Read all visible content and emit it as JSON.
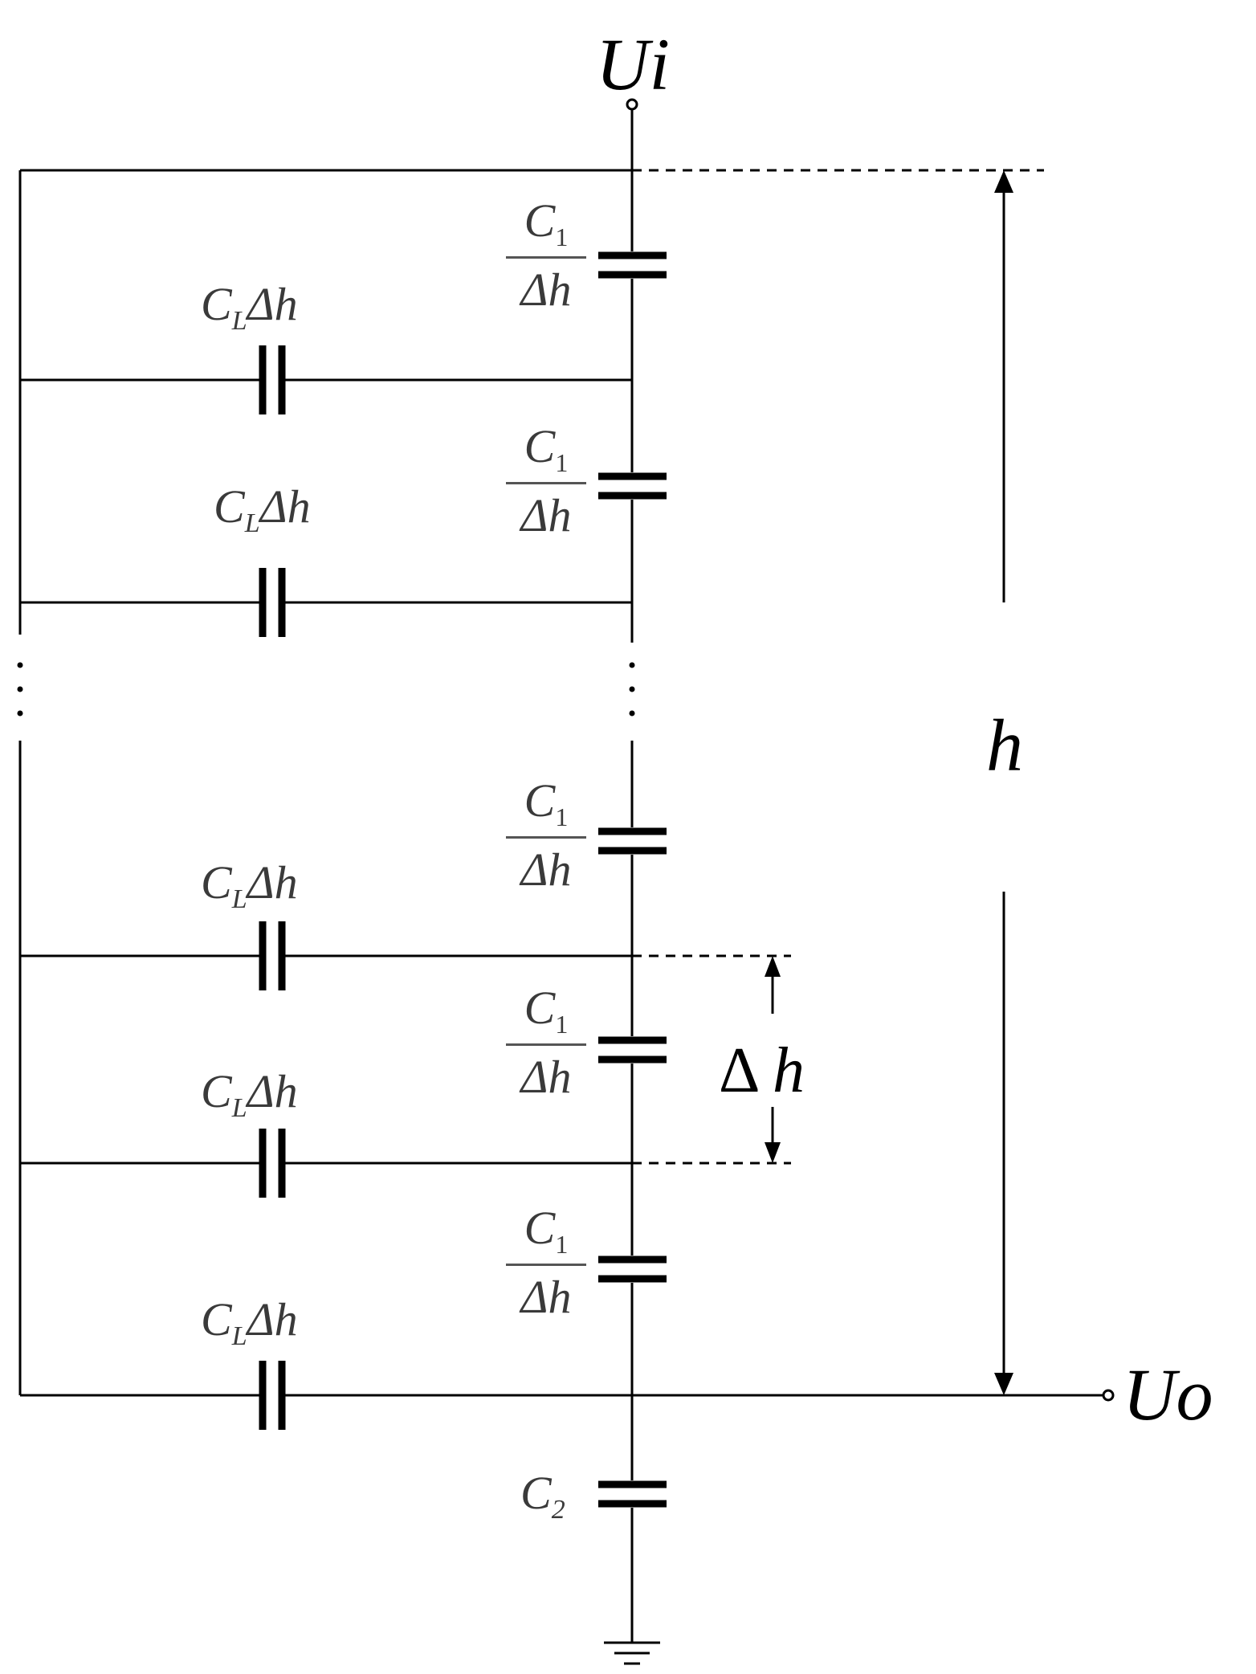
{
  "labels": {
    "input_terminal": "Ui",
    "output_terminal": "Uo",
    "height": "h",
    "delta_symbol": "Δ",
    "delta_h_var": "h",
    "c1_numerator": "C",
    "c1_subscript": "1",
    "c1_denominator": "Δh",
    "cl_main": "C",
    "cl_subscript": "L",
    "cl_suffix": "Δh",
    "c2_main": "C",
    "c2_subscript": "2"
  }
}
